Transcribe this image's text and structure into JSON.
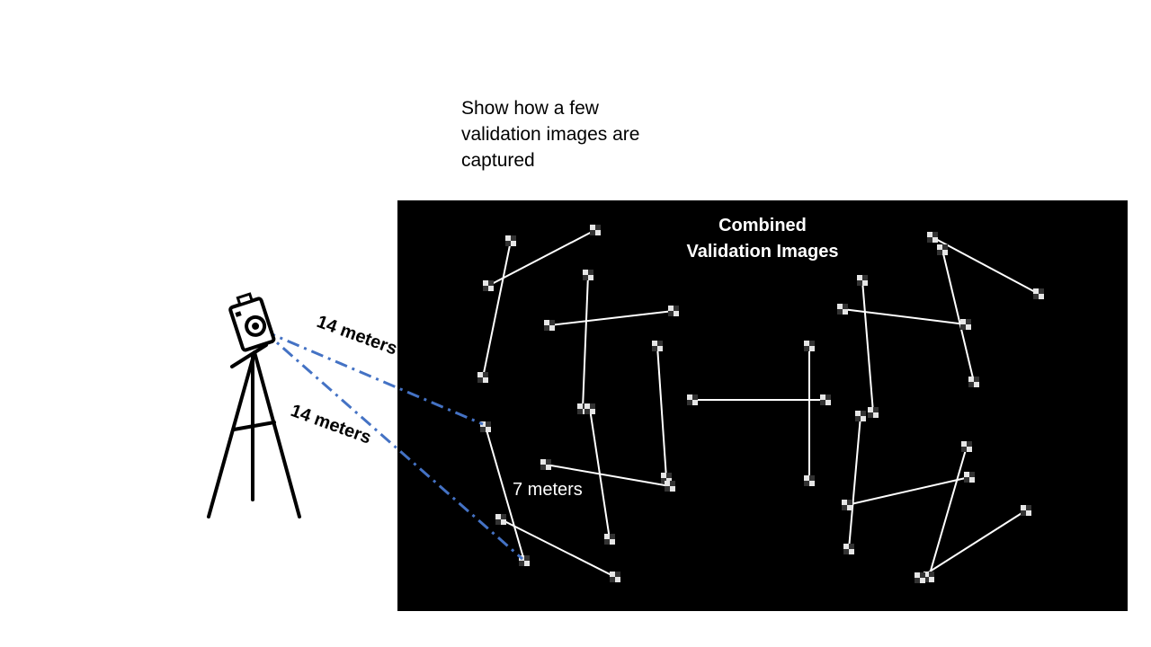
{
  "note": {
    "lines": [
      "Show how a few",
      "validation images are",
      "captured"
    ]
  },
  "panel": {
    "title_line1": "Combined",
    "title_line2": "Validation Images"
  },
  "labels": {
    "dist_upper": "14 meters",
    "dist_lower": "14 meters",
    "span": "7 meters"
  },
  "colors": {
    "panel_bg": "#000000",
    "panel_lines": "#ffffff",
    "sight_lines": "#4472c4",
    "camera_ink": "#000000"
  },
  "icons": {
    "camera": "camera-icon",
    "tripod": "tripod-icon"
  }
}
